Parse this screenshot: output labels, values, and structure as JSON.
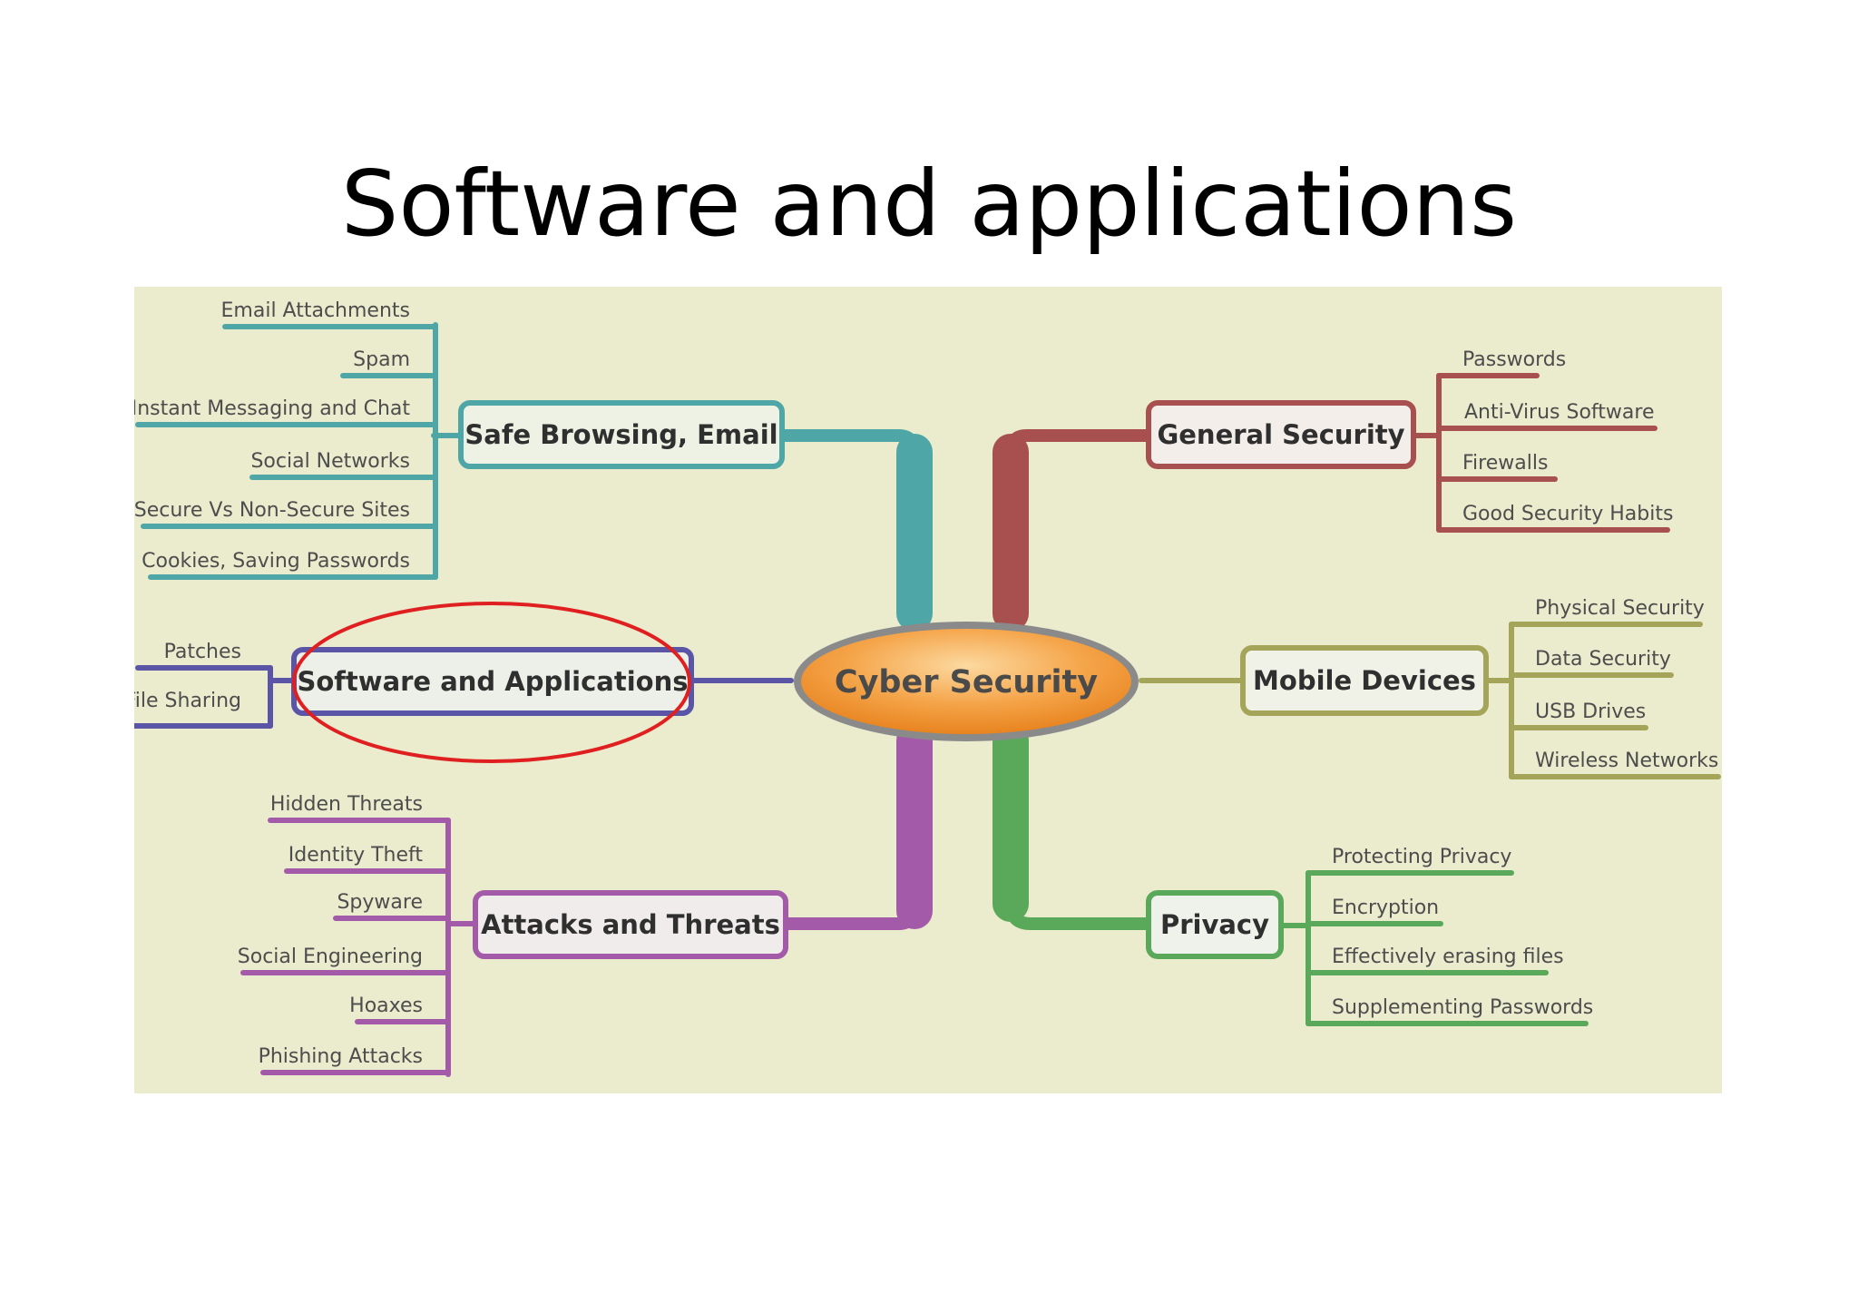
{
  "slide": {
    "title": "Software and applications"
  },
  "mindmap": {
    "center": "Cyber Security",
    "branches": [
      {
        "label": "Safe Browsing, Email",
        "color": "#4fa6a6",
        "leaves": [
          "Email Attachments",
          "Spam",
          "Instant Messaging and Chat",
          "Social Networks",
          "Secure Vs Non-Secure Sites",
          "Cookies, Saving Passwords"
        ]
      },
      {
        "label": "Software and Applications",
        "color": "#5b55a8",
        "leaves": [
          "Patches",
          "File Sharing"
        ]
      },
      {
        "label": "Attacks and Threats",
        "color": "#a35aa8",
        "leaves": [
          "Hidden Threats",
          "Identity Theft",
          "Spyware",
          "Social Engineering",
          "Hoaxes",
          "Phishing Attacks"
        ]
      },
      {
        "label": "General Security",
        "color": "#a85050",
        "leaves": [
          "Passwords",
          "Anti-Virus Software",
          "Firewalls",
          "Good Security Habits"
        ]
      },
      {
        "label": "Mobile Devices",
        "color": "#a5a55a",
        "leaves": [
          "Physical Security",
          "Data Security",
          "USB Drives",
          "Wireless Networks"
        ]
      },
      {
        "label": "Privacy",
        "color": "#5aa85a",
        "leaves": [
          "Protecting Privacy",
          "Encryption",
          "Effectively erasing files",
          "Supplementing Passwords"
        ]
      }
    ],
    "colors": {
      "background": "#ebebce",
      "center_fill": "#f4a040",
      "highlight": "#e02020"
    }
  }
}
